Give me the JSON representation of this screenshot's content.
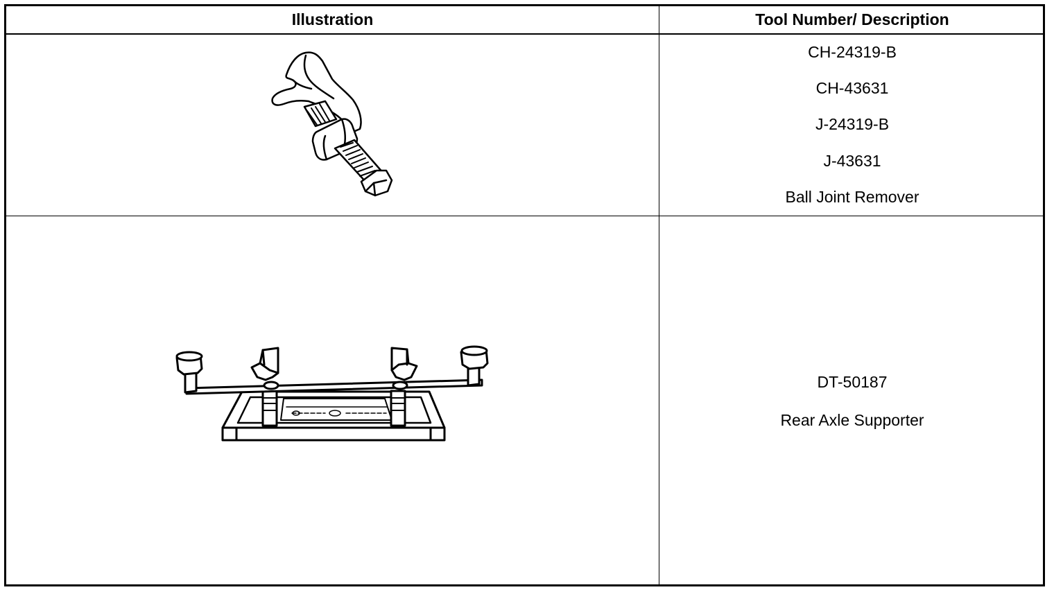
{
  "table": {
    "headers": {
      "illustration": "Illustration",
      "tool": "Tool Number/ Description"
    },
    "rows": [
      {
        "illustration_icon": "ball-joint-remover-icon",
        "lines": [
          "CH-24319-B",
          "CH-43631",
          "J-24319-B",
          "J-43631",
          "Ball Joint Remover"
        ]
      },
      {
        "illustration_icon": "rear-axle-supporter-icon",
        "lines": [
          "DT-50187",
          "Rear Axle Supporter"
        ]
      }
    ]
  }
}
